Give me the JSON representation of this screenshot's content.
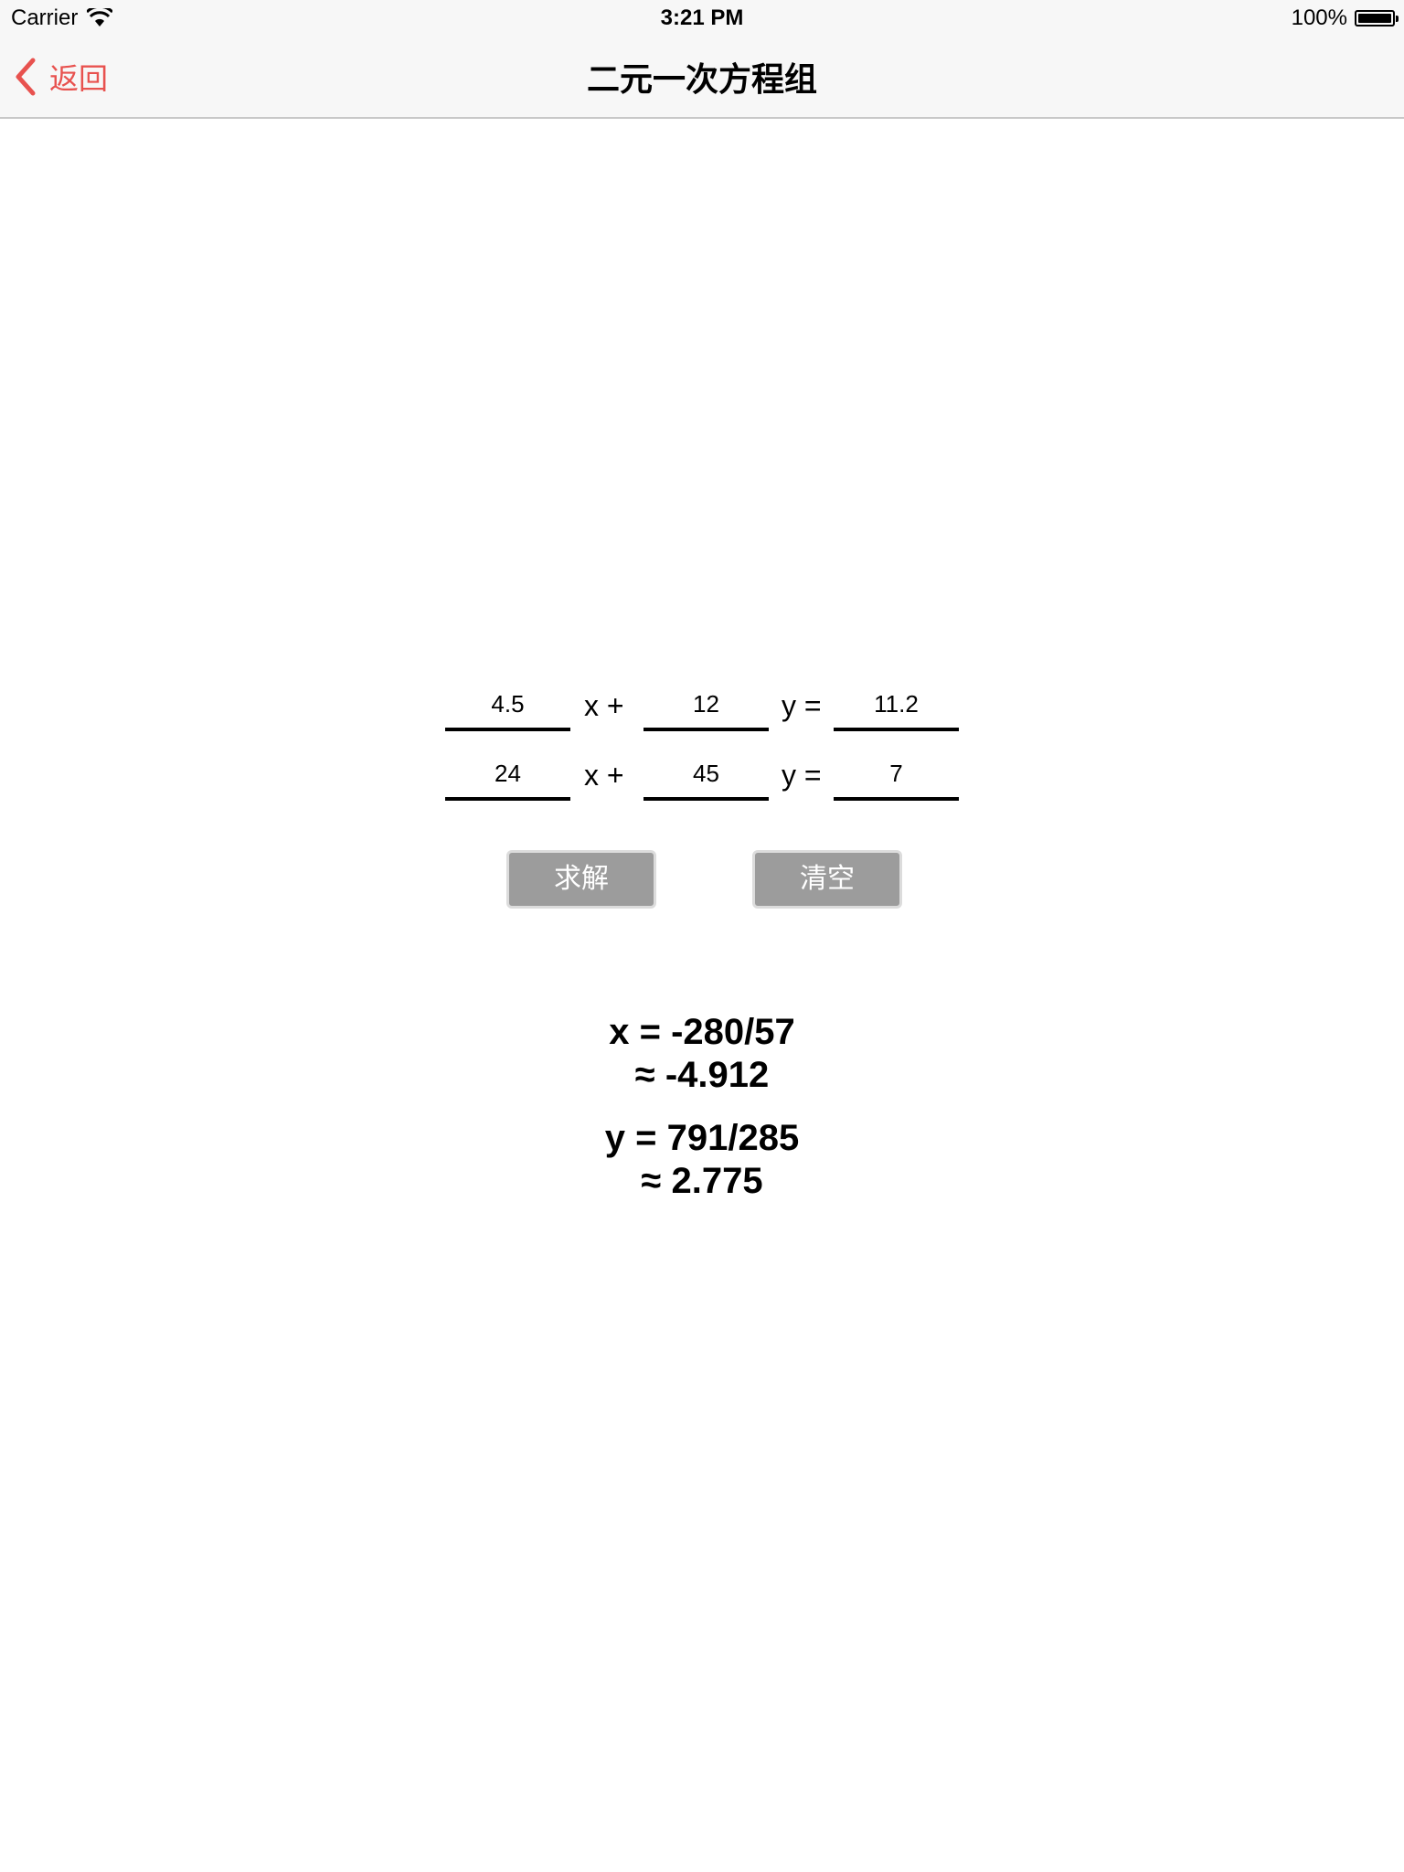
{
  "status_bar": {
    "carrier": "Carrier",
    "time": "3:21 PM",
    "battery": "100%"
  },
  "nav": {
    "back_label": "返回",
    "title": "二元一次方程组"
  },
  "equations": [
    {
      "a": "4.5",
      "b": "12",
      "c": "11.2",
      "x_op": "x +",
      "y_op": "y ="
    },
    {
      "a": "24",
      "b": "45",
      "c": "7",
      "x_op": "x +",
      "y_op": "y ="
    }
  ],
  "buttons": {
    "solve": "求解",
    "clear": "清空"
  },
  "results": {
    "x_exact": "x = -280/57",
    "x_approx": "≈ -4.912",
    "y_exact": "y = 791/285",
    "y_approx": "≈ 2.775"
  },
  "colors": {
    "accent": "#e8524f",
    "button_bg": "#9c9c9c",
    "nav_bg": "#f7f7f7"
  }
}
